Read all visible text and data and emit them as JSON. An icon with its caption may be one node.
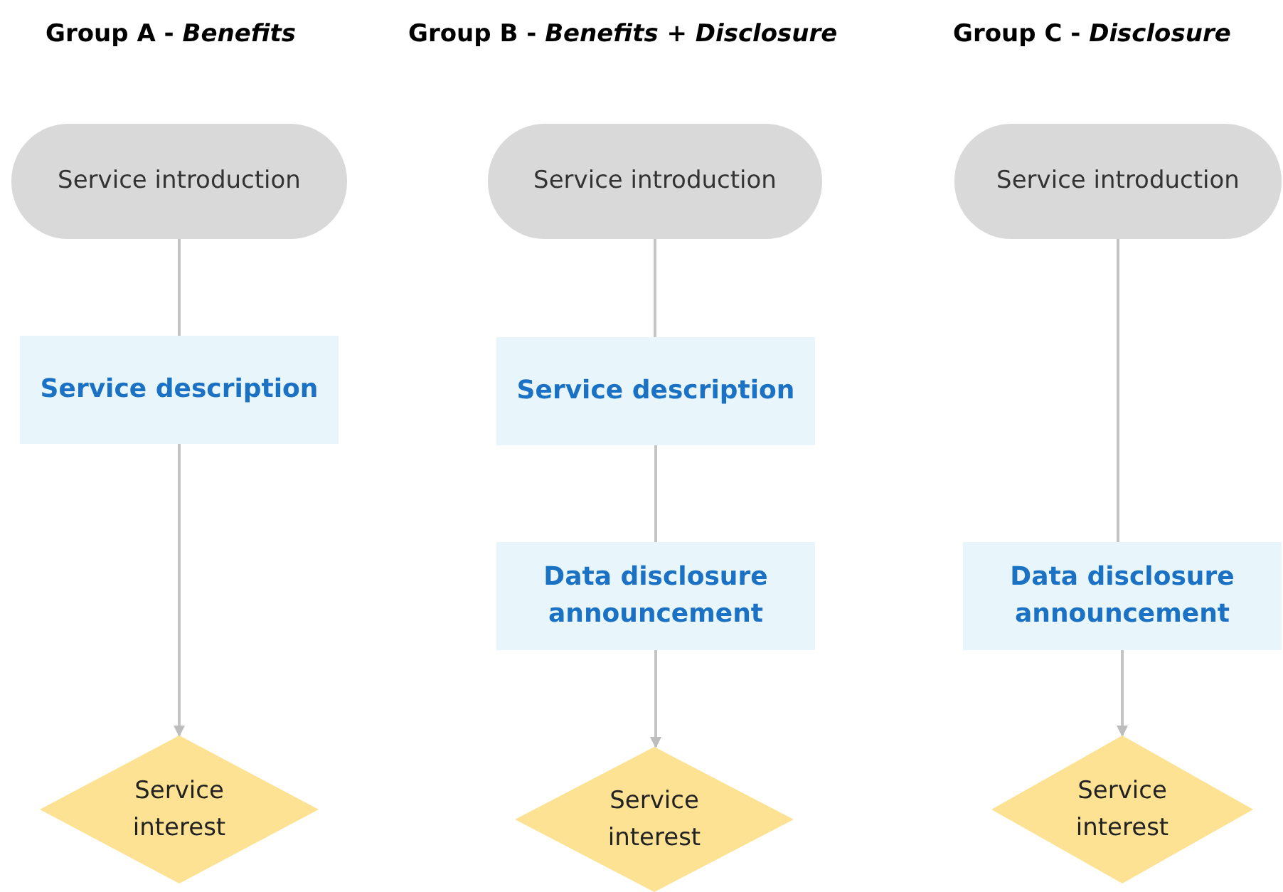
{
  "diagram": {
    "nodes": [
      {
        "text": [
          "Service introduction"
        ]
      },
      {
        "text": [
          "Service description"
        ]
      },
      {
        "text": [
          "Service interest"
        ]
      },
      {
        "text": [
          "Service introduction"
        ]
      },
      {
        "text": [
          "Service description"
        ]
      },
      {
        "text": [
          "Data disclosure announcement"
        ]
      },
      {
        "text": [
          "Service interest"
        ]
      },
      {
        "text": [
          "Service introduction"
        ]
      },
      {
        "text": [
          "Data disclosure announcement"
        ]
      },
      {
        "text": [
          "Service interest"
        ]
      }
    ],
    "edges": [
      {
        "from": 0,
        "to": 1,
        "arrow": "none"
      },
      {
        "from": 1,
        "to": 2,
        "arrow": "to"
      },
      {
        "from": 3,
        "to": 4,
        "arrow": "none"
      },
      {
        "from": 4,
        "to": 5,
        "arrow": "none"
      },
      {
        "from": 5,
        "to": 6,
        "arrow": "to"
      },
      {
        "from": 7,
        "to": 8,
        "arrow": "none"
      },
      {
        "from": 8,
        "to": 9,
        "arrow": "to"
      }
    ],
    "labels": [
      "Group A - *Benefits*",
      "Group B - *Benefits + Disclosure*",
      "Group C - *Disclosure*"
    ]
  }
}
